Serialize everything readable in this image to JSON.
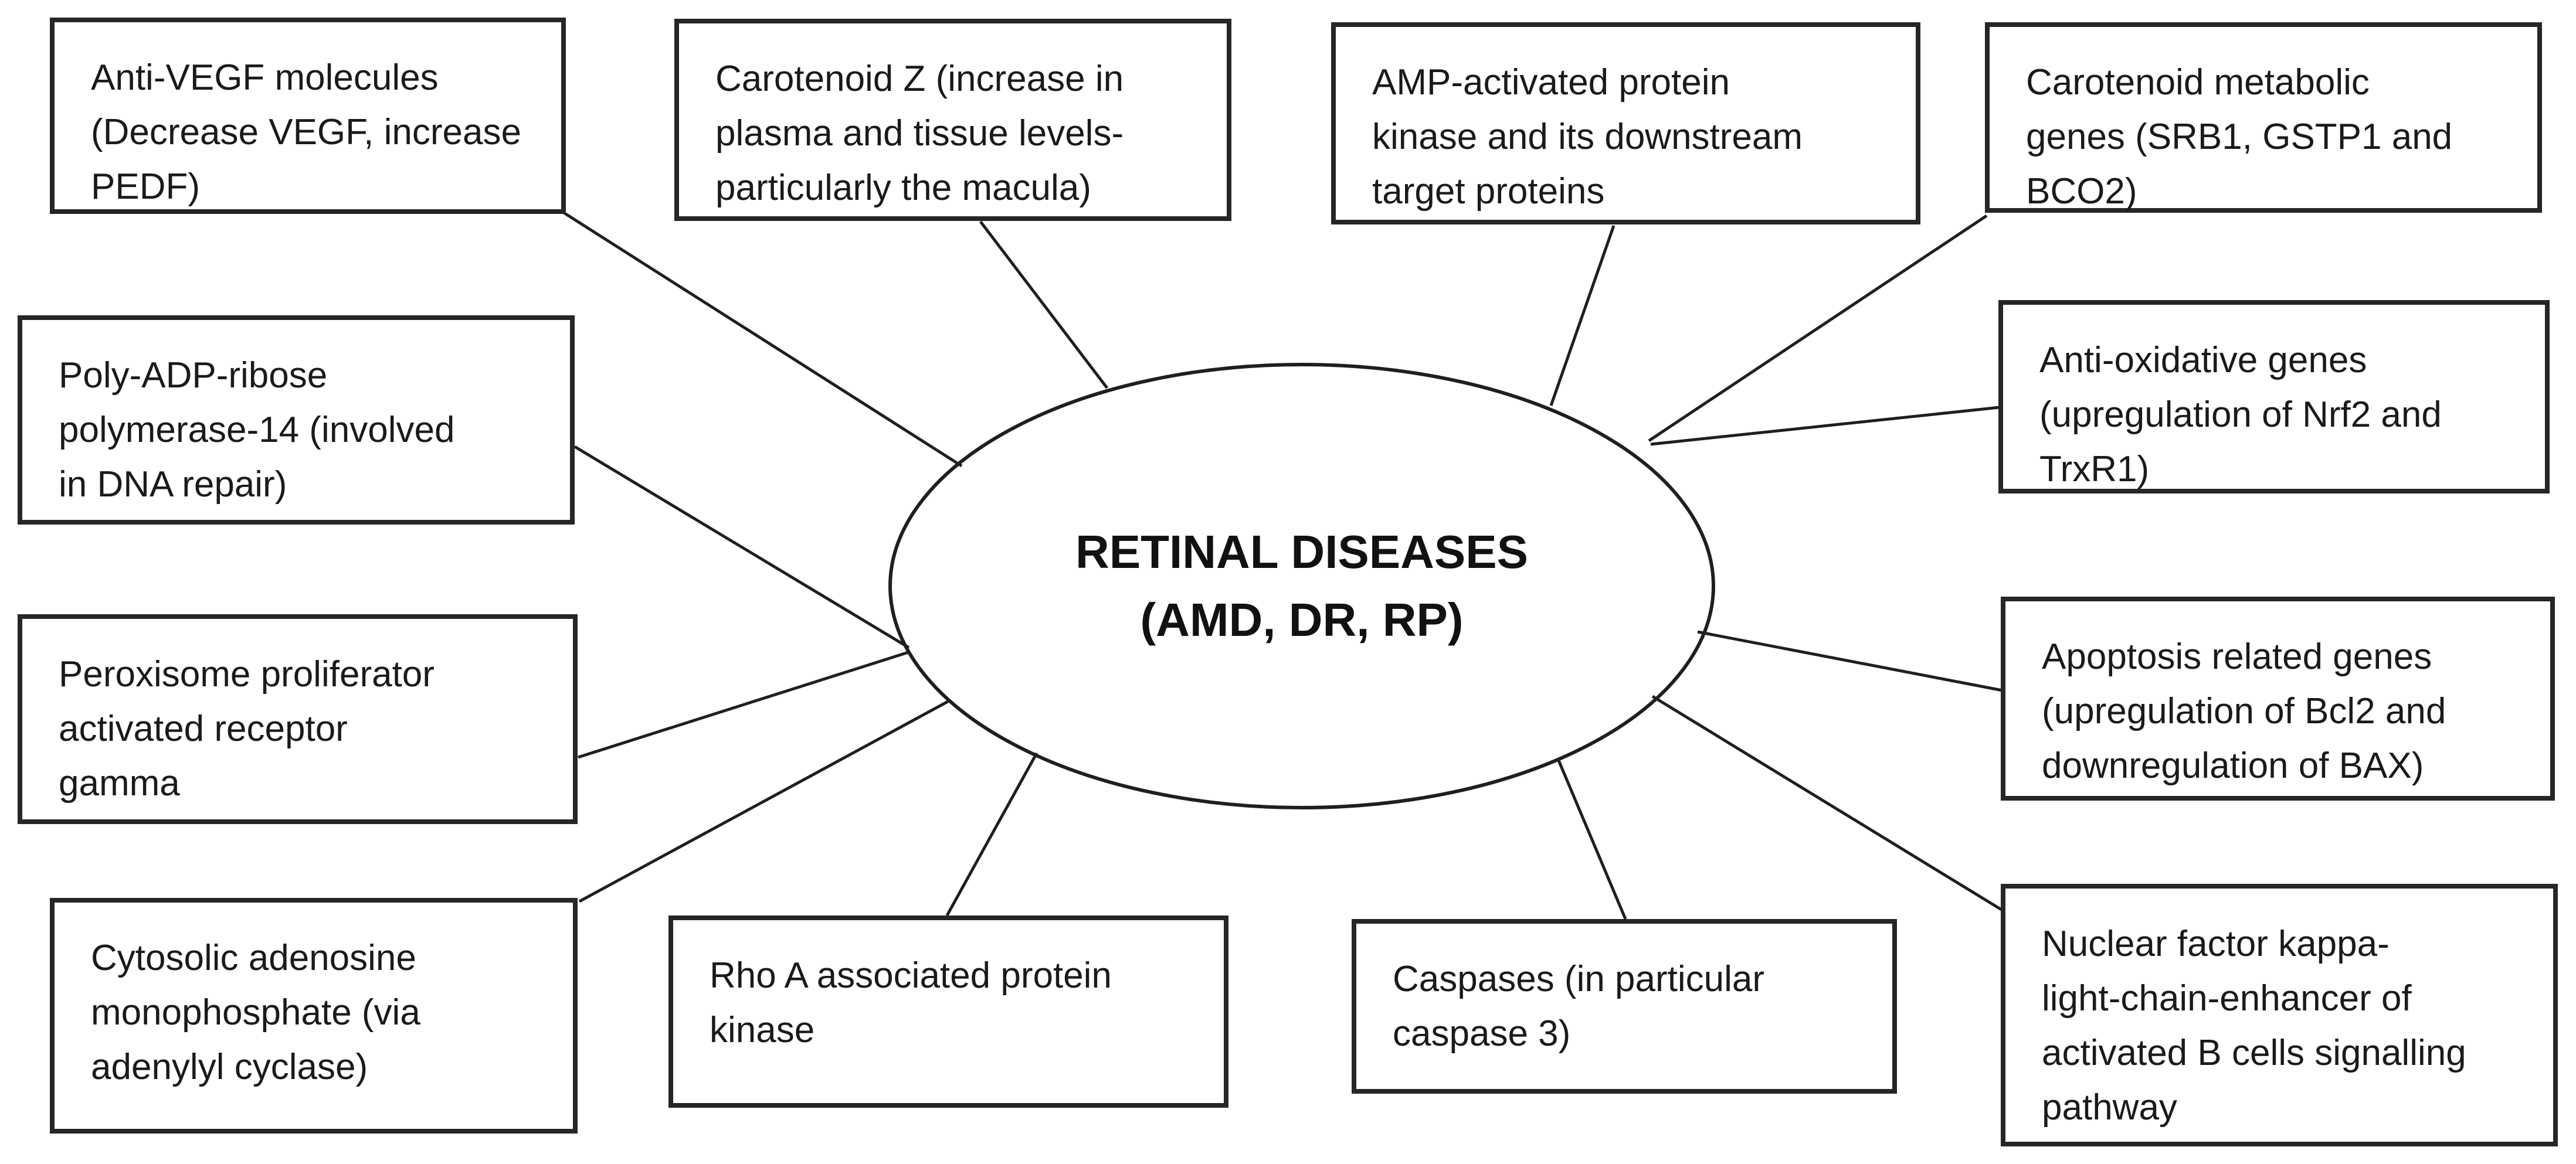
{
  "diagram": {
    "title": "Retinal diseases pathway diagram",
    "colors": {
      "background": "#ffffff",
      "box_border": "#262626",
      "line": "#1f1f1f",
      "text": "#1a1a1a"
    },
    "center": {
      "lines": [
        "RETINAL DISEASES",
        "(AMD, DR, RP)"
      ]
    },
    "nodes": [
      {
        "id": "anti-vegf",
        "lines": [
          "Anti-VEGF molecules",
          "(Decrease VEGF, increase",
          "PEDF)"
        ]
      },
      {
        "id": "carotenoid-z",
        "lines": [
          "Carotenoid Z (increase in",
          "plasma and tissue levels-",
          "particularly the macula)"
        ]
      },
      {
        "id": "ampk",
        "lines": [
          "AMP-activated protein",
          "kinase and its downstream",
          "target proteins"
        ]
      },
      {
        "id": "carotenoid-genes",
        "lines": [
          "Carotenoid metabolic",
          "genes (SRB1, GSTP1 and",
          "BCO2)"
        ]
      },
      {
        "id": "anti-oxidative-genes",
        "lines": [
          "Anti-oxidative genes",
          "(upregulation of Nrf2 and",
          "TrxR1)"
        ]
      },
      {
        "id": "apoptosis-genes",
        "lines": [
          "Apoptosis related genes",
          "(upregulation of Bcl2 and",
          "downregulation of BAX)"
        ]
      },
      {
        "id": "nf-kb-pathway",
        "lines": [
          "Nuclear factor kappa-",
          "light-chain-enhancer of",
          "activated B cells signalling",
          "pathway"
        ]
      },
      {
        "id": "caspases",
        "lines": [
          "Caspases (in particular",
          "caspase 3)"
        ]
      },
      {
        "id": "rho-a-kinase",
        "lines": [
          "Rho A associated protein",
          "kinase"
        ]
      },
      {
        "id": "cytosolic-amp",
        "lines": [
          "Cytosolic adenosine",
          "monophosphate (via",
          "adenylyl cyclase)"
        ]
      },
      {
        "id": "ppar-gamma",
        "lines": [
          "Peroxisome proliferator",
          "activated receptor",
          "gamma"
        ]
      },
      {
        "id": "parp-14",
        "lines": [
          "Poly-ADP-ribose",
          "polymerase-14 (involved",
          "in DNA repair)"
        ]
      }
    ]
  }
}
